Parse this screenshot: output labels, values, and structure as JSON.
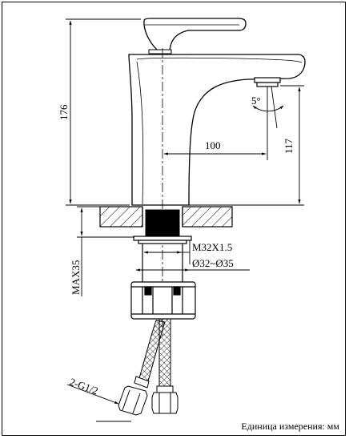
{
  "dimensions": {
    "height_total": "176",
    "spout_reach": "100",
    "spout_height": "117",
    "tilt_angle": "5°",
    "max_thickness": "MAX35",
    "thread": "M32X1.5",
    "hole_diameter": "Ø32~Ø35",
    "hose_thread": "2-G1/2"
  },
  "footer": {
    "unit_note": "Единица измерения: мм"
  }
}
